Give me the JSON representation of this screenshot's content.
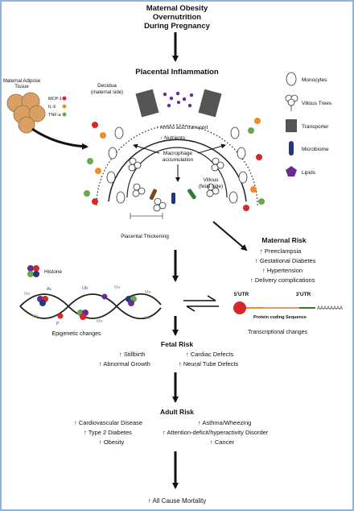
{
  "top": {
    "line1": "Maternal Obesity",
    "line2": "Overnutrition",
    "line3": "During Pregnancy"
  },
  "placental": {
    "title": "Placental Inflammation",
    "decidua1": "Decidua",
    "decidua2": "(maternal side)",
    "amino": "Amino acid transport",
    "nutrients": "Nutrients",
    "macro1": "Macrophage",
    "macro2": "accumulation",
    "villous1": "Villous",
    "villous2": "(fetal side)",
    "thickening": "Placental Thickening"
  },
  "adipose": {
    "line1": "Maternal Adipose",
    "line2": "Tissue",
    "mcp": "MCP-1",
    "il6": "IL-6",
    "tnf": "TNF-a"
  },
  "legend": {
    "monocytes": "Monocytes",
    "villous_trees": "Villous Trees",
    "transporter": "Transporter",
    "microbiome": "Microbiome",
    "lipids": "Lipids"
  },
  "maternal_risk": {
    "title": "Maternal Risk",
    "items": [
      "Preeclampsia",
      "Gestational Diabetes",
      "Hypertension",
      "Delivery complications"
    ]
  },
  "epigenetic": {
    "histone": "Histone",
    "caption": "Epigenetic changes",
    "marks": [
      "Ac",
      "Me",
      "Ub",
      "Me",
      "Me",
      "Me",
      "P",
      "Me",
      "Me"
    ]
  },
  "transcript": {
    "utr5": "5'UTR",
    "utr3": "3'UTR",
    "polya": "AAAAAAAA",
    "coding": "Protein coding Sequence",
    "caption": "Transcriptional changes"
  },
  "fetal_risk": {
    "title": "Fetal Risk",
    "items": [
      "Stillbirth",
      "Cardiac Defects",
      "Abnormal Growth",
      "Neural Tube Defects"
    ]
  },
  "adult_risk": {
    "title": "Adult Risk",
    "items": [
      "Cardiovascular Disease",
      "Asthma/Wheezing",
      "Type 2 Diabetes",
      "Attention-deficit/hyperactivity Disorder",
      "Obesity",
      "Cancer"
    ]
  },
  "mortality": "All Cause Mortality",
  "colors": {
    "frame": "#8fb3d9",
    "mcp1": "#d62828",
    "il6": "#f28c28",
    "tnf": "#6aa84f",
    "lipid": "#6a2c91",
    "microbiome": "#1f3a7a",
    "transporter": "#555555",
    "adipose": "#d9a066"
  }
}
